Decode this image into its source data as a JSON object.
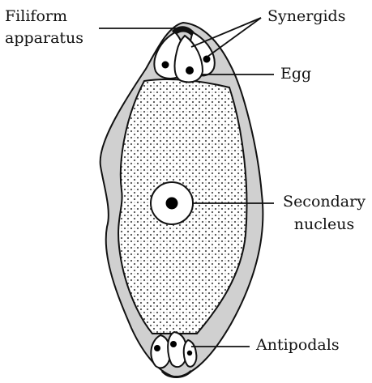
{
  "labels": {
    "filiform_line1": "Filiform",
    "filiform_line2": "apparatus",
    "synergids": "Synergids",
    "egg": "Egg",
    "secondary_line1": "Secondary",
    "secondary_line2": "nucleus",
    "antipodals": "Antipodals"
  },
  "colors": {
    "outline": "#111111",
    "sac_wall": "#d0d0d0",
    "cytoplasm": "#ffffff",
    "stipple": "#555555",
    "nucleus": "#000000"
  }
}
